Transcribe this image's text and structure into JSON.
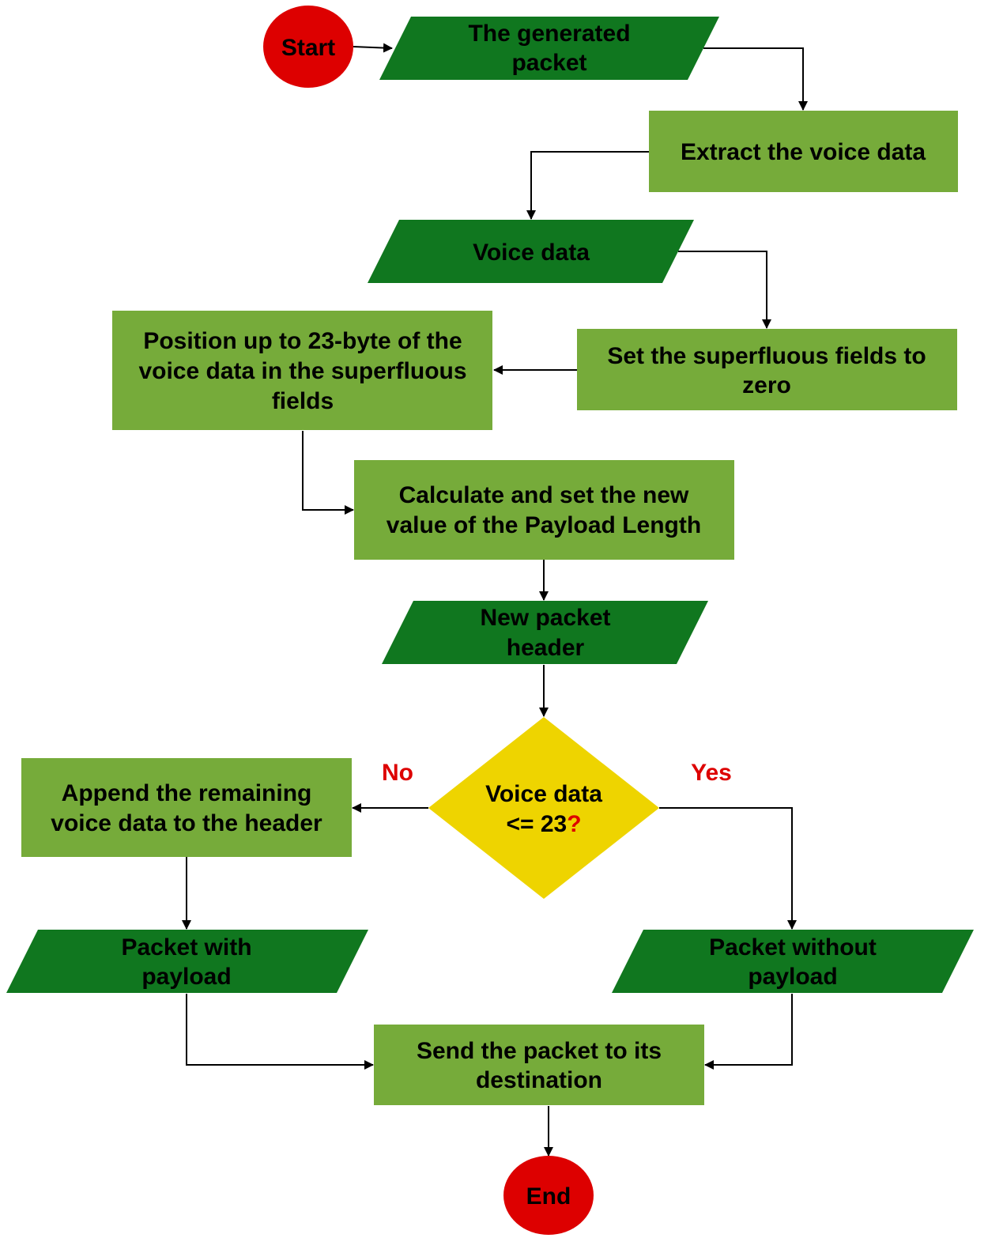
{
  "colors": {
    "terminal": "#dd0000",
    "process": "#76ab3a",
    "data": "#10771f",
    "decision": "#eed400",
    "text": "#000000",
    "branch_label": "#dd0000",
    "arrow": "#000000"
  },
  "nodes": {
    "start": {
      "lines": [
        "Start"
      ]
    },
    "generated_packet": {
      "lines": [
        "The generated",
        "packet"
      ]
    },
    "extract": {
      "lines": [
        "Extract the voice data"
      ]
    },
    "voice_data": {
      "lines": [
        "Voice data"
      ]
    },
    "set_fields": {
      "lines": [
        "Set the superfluous fields to",
        "zero"
      ]
    },
    "position": {
      "lines": [
        "Position up to 23-byte of the",
        "voice data in the superfluous",
        "fields"
      ]
    },
    "calculate": {
      "lines": [
        "Calculate and set the new",
        "value of the Payload Length"
      ]
    },
    "new_header": {
      "lines": [
        "New packet",
        "header"
      ]
    },
    "decision": {
      "line1": "Voice data",
      "line2": "<= 23",
      "mark": "?"
    },
    "append": {
      "lines": [
        "Append the remaining",
        "voice data to the header"
      ]
    },
    "with_payload": {
      "lines": [
        "Packet with",
        "payload"
      ]
    },
    "without_payload": {
      "lines": [
        "Packet without",
        "payload"
      ]
    },
    "send": {
      "lines": [
        "Send the packet to its",
        "destination"
      ]
    },
    "end": {
      "lines": [
        "End"
      ]
    }
  },
  "branches": {
    "no": "No",
    "yes": "Yes"
  }
}
